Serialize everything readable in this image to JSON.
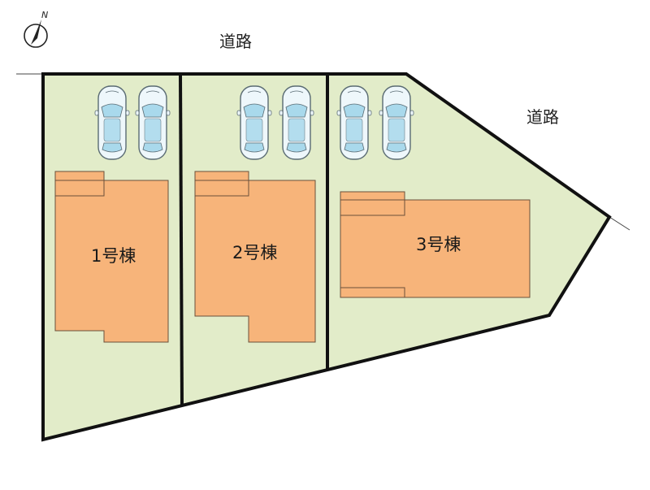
{
  "compass": {
    "north_label": "N"
  },
  "roads": {
    "top_label": "道路",
    "right_label": "道路"
  },
  "lots": [
    {
      "building_label": "1号棟",
      "parking_spaces": 2
    },
    {
      "building_label": "2号棟",
      "parking_spaces": 2
    },
    {
      "building_label": "3号棟",
      "parking_spaces": 2
    }
  ],
  "colors": {
    "lot_fill": "#e2ecc9",
    "building_fill": "#f7b47a",
    "building_stroke": "#6b4f3a",
    "boundary": "#111111",
    "car_body": "#eef7fb",
    "car_window": "#a9d9ec",
    "car_outline": "#5a6b73"
  }
}
